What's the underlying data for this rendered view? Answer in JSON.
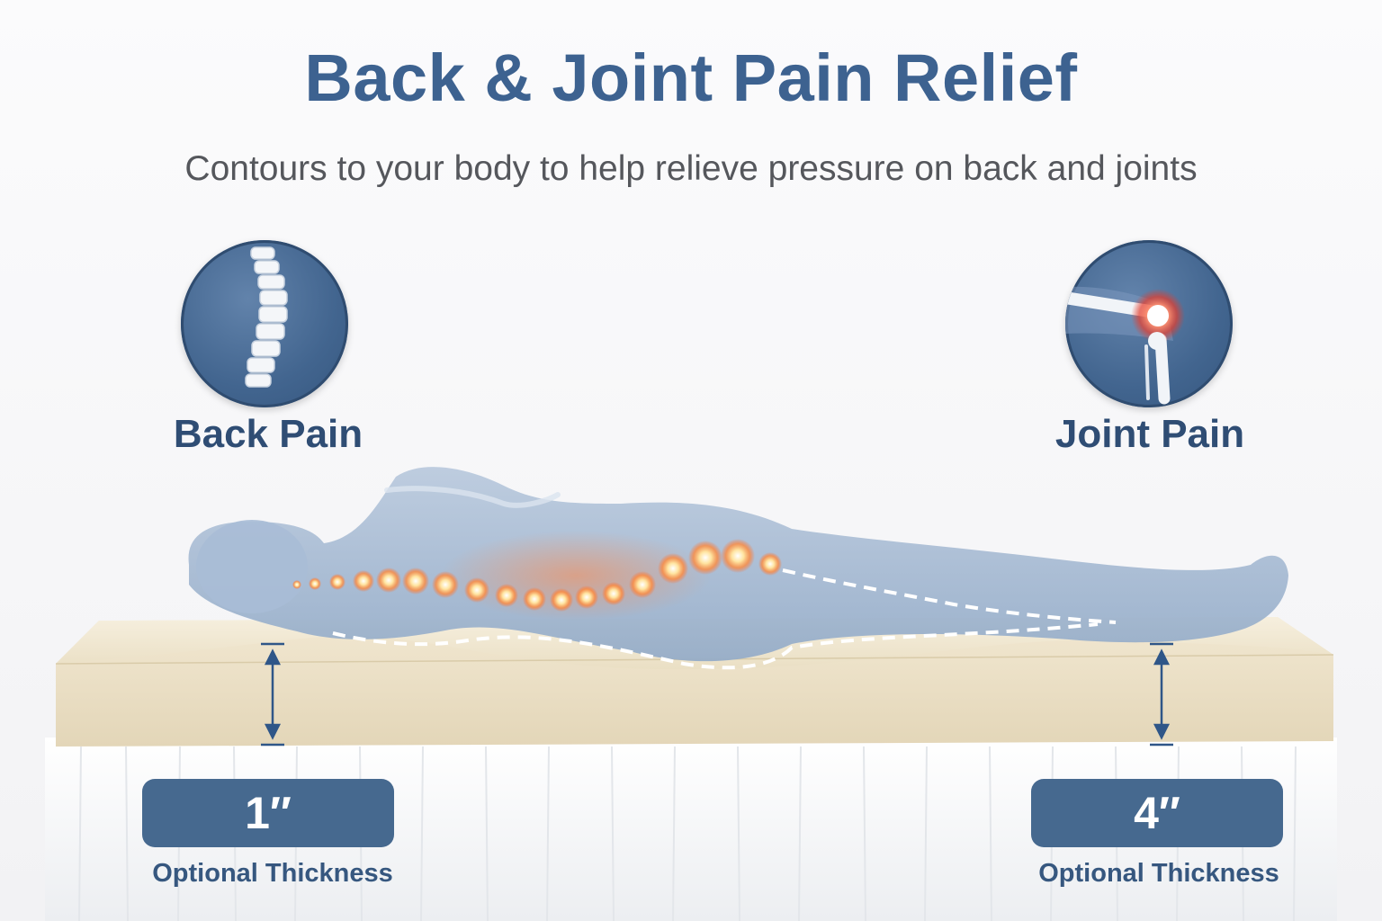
{
  "header": {
    "title": "Back & Joint Pain Relief",
    "subtitle": "Contours to your body to help relieve pressure on back and joints"
  },
  "badges": {
    "back": {
      "label": "Back Pain",
      "icon": "spine-icon"
    },
    "joint": {
      "label": "Joint Pain",
      "icon": "knee-joint-icon"
    }
  },
  "thickness": {
    "left": {
      "value": "1″",
      "caption": "Optional Thickness"
    },
    "right": {
      "value": "4″",
      "caption": "Optional Thickness"
    }
  },
  "colors": {
    "accent": "#3d6290",
    "pill": "#46698f",
    "foam": "#efe5cf",
    "glow": "#ff8a3c"
  }
}
